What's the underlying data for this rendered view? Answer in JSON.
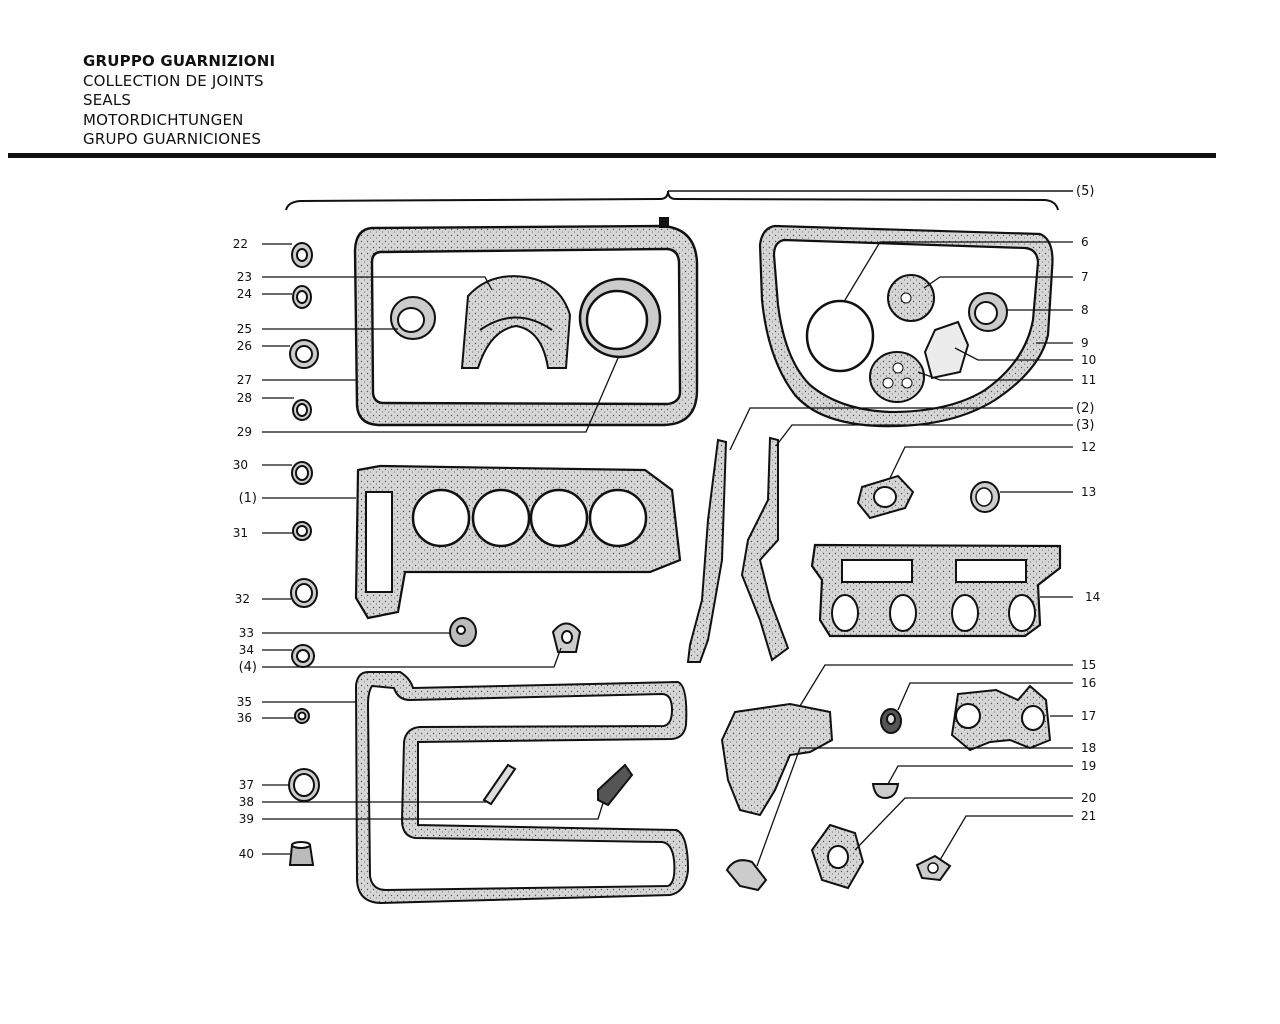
{
  "header": {
    "lines": [
      "GRUPPO GUARNIZIONI",
      "COLLECTION DE JOINTS",
      "SEALS",
      "MOTORDICHTUNGEN",
      "GRUPO GUARNICIONES"
    ]
  },
  "callouts": {
    "left": [
      "22",
      "23",
      "24",
      "25",
      "26",
      "27",
      "28",
      "29",
      "30",
      "(1)",
      "31",
      "32",
      "33",
      "34",
      "(4)",
      "35",
      "36",
      "37",
      "38",
      "39",
      "40"
    ],
    "right": [
      "(5)",
      "6",
      "7",
      "8",
      "9",
      "10",
      "11",
      "(2)",
      "(3)",
      "12",
      "13",
      "14",
      "15",
      "16",
      "17",
      "18",
      "19",
      "20",
      "21"
    ]
  },
  "colors": {
    "ink": "#111111",
    "gasket_fill": "#d9d9d9",
    "background": "#ffffff"
  }
}
